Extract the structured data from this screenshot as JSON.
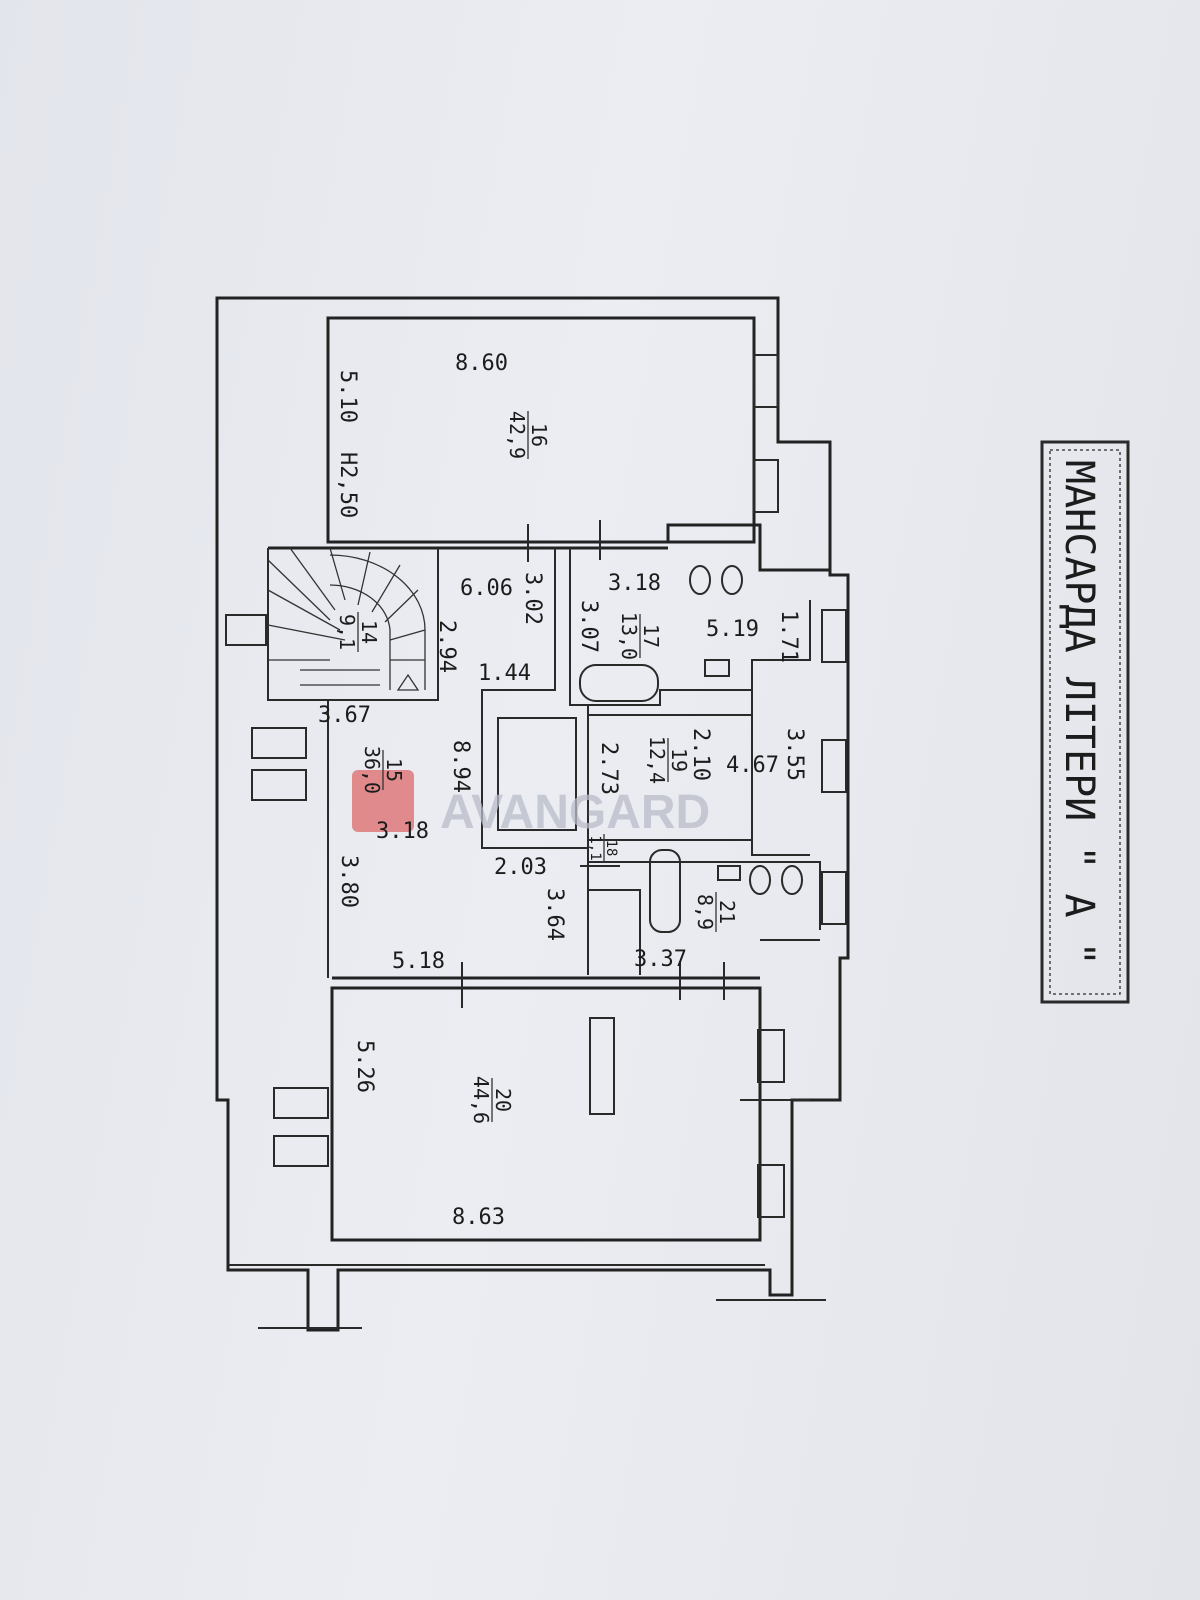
{
  "title": "МАНСАРДА ЛІТЕРИ \" А \"",
  "watermark": "AVANGARD",
  "rooms": [
    {
      "id": "16",
      "area": "42,9",
      "dims": [
        "8.60",
        "5.10",
        "H2,50"
      ]
    },
    {
      "id": "14",
      "area": "9,1",
      "dims": [
        "3.67",
        "2.94"
      ]
    },
    {
      "id": "15",
      "area": "36,0",
      "dims": [
        "6.06",
        "3.02",
        "1.44",
        "8.94",
        "3.18",
        "3.80",
        "2.03",
        "3.64",
        "5.18"
      ]
    },
    {
      "id": "17",
      "area": "13,0",
      "dims": [
        "3.18",
        "3.07",
        "5.19",
        "1.71"
      ]
    },
    {
      "id": "19",
      "area": "12,4",
      "dims": [
        "2.10",
        "2.73",
        "4.67",
        "3.55"
      ]
    },
    {
      "id": "18",
      "area": "1,1",
      "dims": []
    },
    {
      "id": "21",
      "area": "8,9",
      "dims": [
        "3.37"
      ]
    },
    {
      "id": "20",
      "area": "44,6",
      "dims": [
        "5.26",
        "8.63"
      ]
    }
  ],
  "colors": {
    "ink": "#222222",
    "paper": "#e6e8ee",
    "watermark_red": "#d93a3a"
  }
}
